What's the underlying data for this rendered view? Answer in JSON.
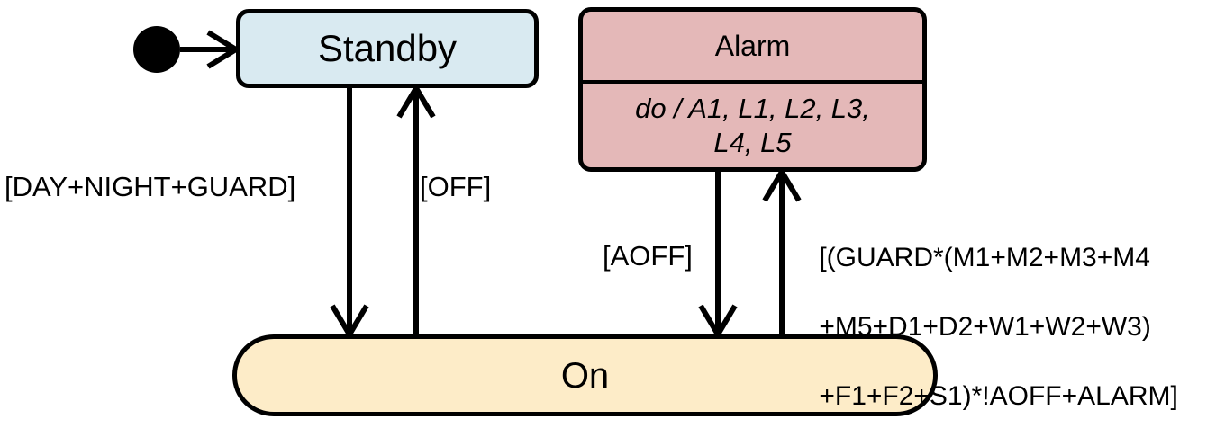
{
  "diagram": {
    "type": "uml-state-machine",
    "background_color": "#ffffff",
    "line_color": "#000000"
  },
  "states": {
    "initial": {
      "name": "initial-pseudostate",
      "shape": "filled-circle",
      "color": "#000000"
    },
    "standby": {
      "title": "Standby",
      "fill": "#d9eaf1",
      "border": "#000000"
    },
    "alarm": {
      "title": "Alarm",
      "activity": "do / A1, L1, L2, L3,\nL4, L5",
      "activity_line1": "do / A1, L1, L2, L3,",
      "activity_line2": "L4, L5",
      "fill": "#e4b8b8",
      "border": "#000000"
    },
    "on": {
      "title": "On",
      "fill": "#fdecc8",
      "border": "#000000"
    }
  },
  "transitions": [
    {
      "id": "standby-to-on",
      "from": "Standby",
      "to": "On",
      "label": "[DAY+NIGHT+GUARD]"
    },
    {
      "id": "on-to-standby",
      "from": "On",
      "to": "Standby",
      "label": "[OFF]"
    },
    {
      "id": "alarm-to-on",
      "from": "Alarm",
      "to": "On",
      "label": "[AOFF]"
    },
    {
      "id": "on-to-alarm",
      "from": "On",
      "to": "Alarm",
      "label": "[(GUARD*(M1+M2+M3+M4\n+M5+D1+D2+W1+W2+W3)\n+F1+F2+S1)*!AOFF+ALARM]",
      "label_line1": "[(GUARD*(M1+M2+M3+M4",
      "label_line2": "+M5+D1+D2+W1+W2+W3)",
      "label_line3": "+F1+F2+S1)*!AOFF+ALARM]"
    },
    {
      "id": "initial-to-standby",
      "from": "initial",
      "to": "Standby",
      "label": ""
    }
  ]
}
